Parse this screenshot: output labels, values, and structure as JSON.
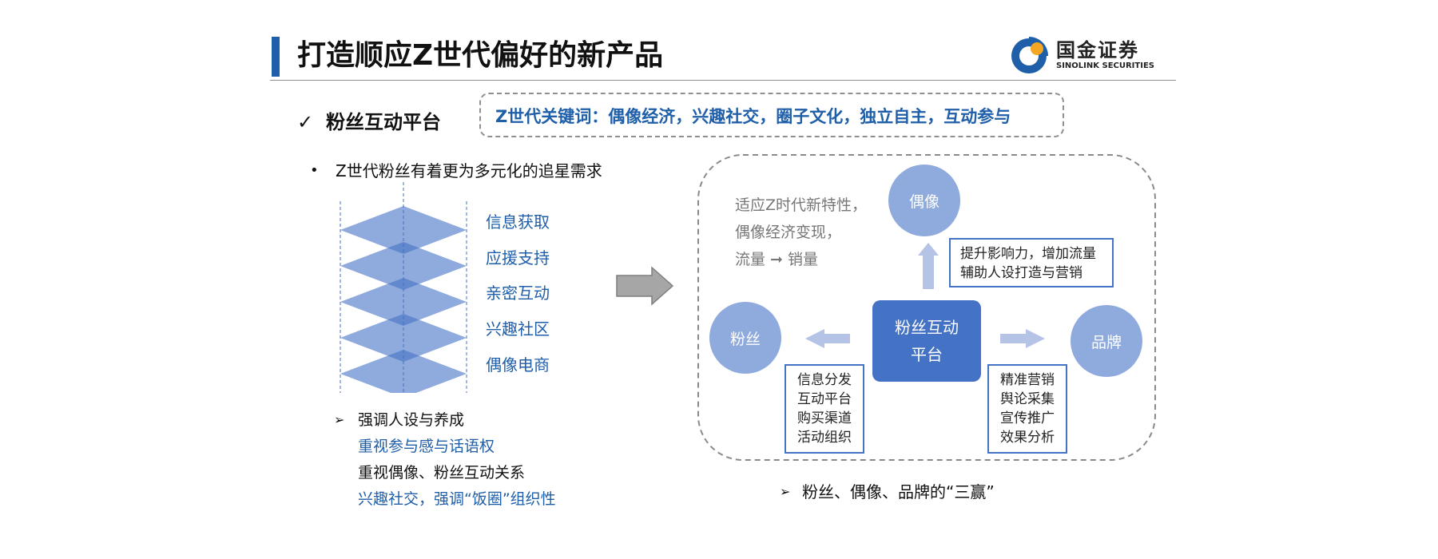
{
  "header": {
    "title": "打造顺应Z世代偏好的新产品",
    "brand_cn": "国金证券",
    "brand_en": "SINOLINK SECURITIES"
  },
  "section": {
    "check": "✓",
    "heading": "粉丝互动平台",
    "keywords": "Z世代关键词：偶像经济，兴趣社交，圈子文化，独立自主，互动参与"
  },
  "left": {
    "bullet_dot": "•",
    "bullet_text": "Z世代粉丝有着更为多元化的追星需求",
    "layers": [
      "信息获取",
      "应援支持",
      "亲密互动",
      "兴趣社区",
      "偶像电商"
    ],
    "sub_heading": "强调人设与养成",
    "sub_items": [
      {
        "text": "重视参与感与话语权",
        "color": "#1f5ea8"
      },
      {
        "text": "重视偶像、粉丝互动关系",
        "color": "#111111"
      },
      {
        "text": "兴趣社交，强调“饭圈”组织性",
        "color": "#1f5ea8"
      }
    ]
  },
  "diagram": {
    "features": [
      "适应Z时代新特性，",
      "偶像经济变现，",
      "流量 ➞ 销量"
    ],
    "idol": "偶像",
    "fans": "粉丝",
    "brand": "品牌",
    "platform_line1": "粉丝互动",
    "platform_line2": "平台",
    "idol_box": [
      "提升影响力，增加流量",
      "辅助人设打造与营销"
    ],
    "fans_box": [
      "信息分发",
      "互动平台",
      "购买渠道",
      "活动组织"
    ],
    "brand_box": [
      "精准营销",
      "舆论采集",
      "宣传推广",
      "效果分析"
    ],
    "caption": "粉丝、偶像、品牌的“三赢”"
  },
  "tri_glyph": "➢",
  "colors": {
    "accent_blue": "#1f5ea8",
    "layer_blue": "#4472c4",
    "circle_blue": "#8faadc",
    "arrow_light": "#b4c3e6",
    "grey_arrow": "#a6a6a6"
  }
}
